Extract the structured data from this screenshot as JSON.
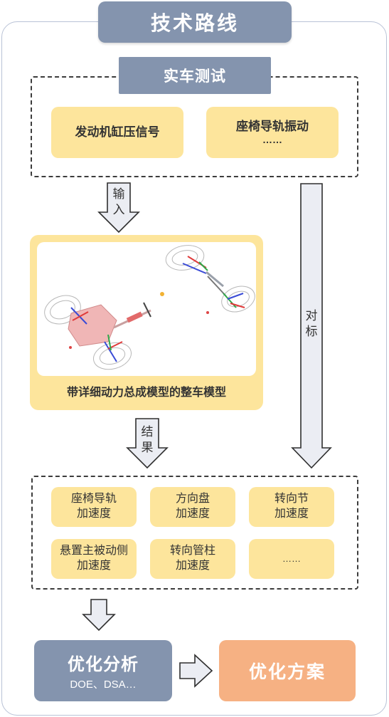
{
  "title": "技术路线",
  "test_section": {
    "label": "实车测试",
    "signals": [
      {
        "lines": [
          "发动机缸压信号"
        ]
      },
      {
        "lines": [
          "座椅导轨振动",
          "……"
        ]
      }
    ]
  },
  "arrows": {
    "input_label": [
      "输",
      "入"
    ],
    "compare_label": [
      "对",
      "标"
    ],
    "result_label": [
      "结",
      "果"
    ]
  },
  "model": {
    "caption": "带详细动力总成模型的整车模型"
  },
  "results": [
    {
      "lines": [
        "座椅导轨",
        "加速度"
      ]
    },
    {
      "lines": [
        "方向盘",
        "加速度"
      ]
    },
    {
      "lines": [
        "转向节",
        "加速度"
      ]
    },
    {
      "lines": [
        "悬置主被动侧",
        "加速度"
      ]
    },
    {
      "lines": [
        "转向管柱",
        "加速度"
      ]
    },
    {
      "lines": [
        "……"
      ]
    }
  ],
  "optimize_analysis": {
    "title": "优化分析",
    "subtitle": "DOE、DSA…"
  },
  "optimize_plan": {
    "title": "优化方案"
  },
  "colors": {
    "slate": "#8494ae",
    "yellow": "#fde59c",
    "orange": "#f6b183",
    "frame": "#b9c2d6"
  }
}
